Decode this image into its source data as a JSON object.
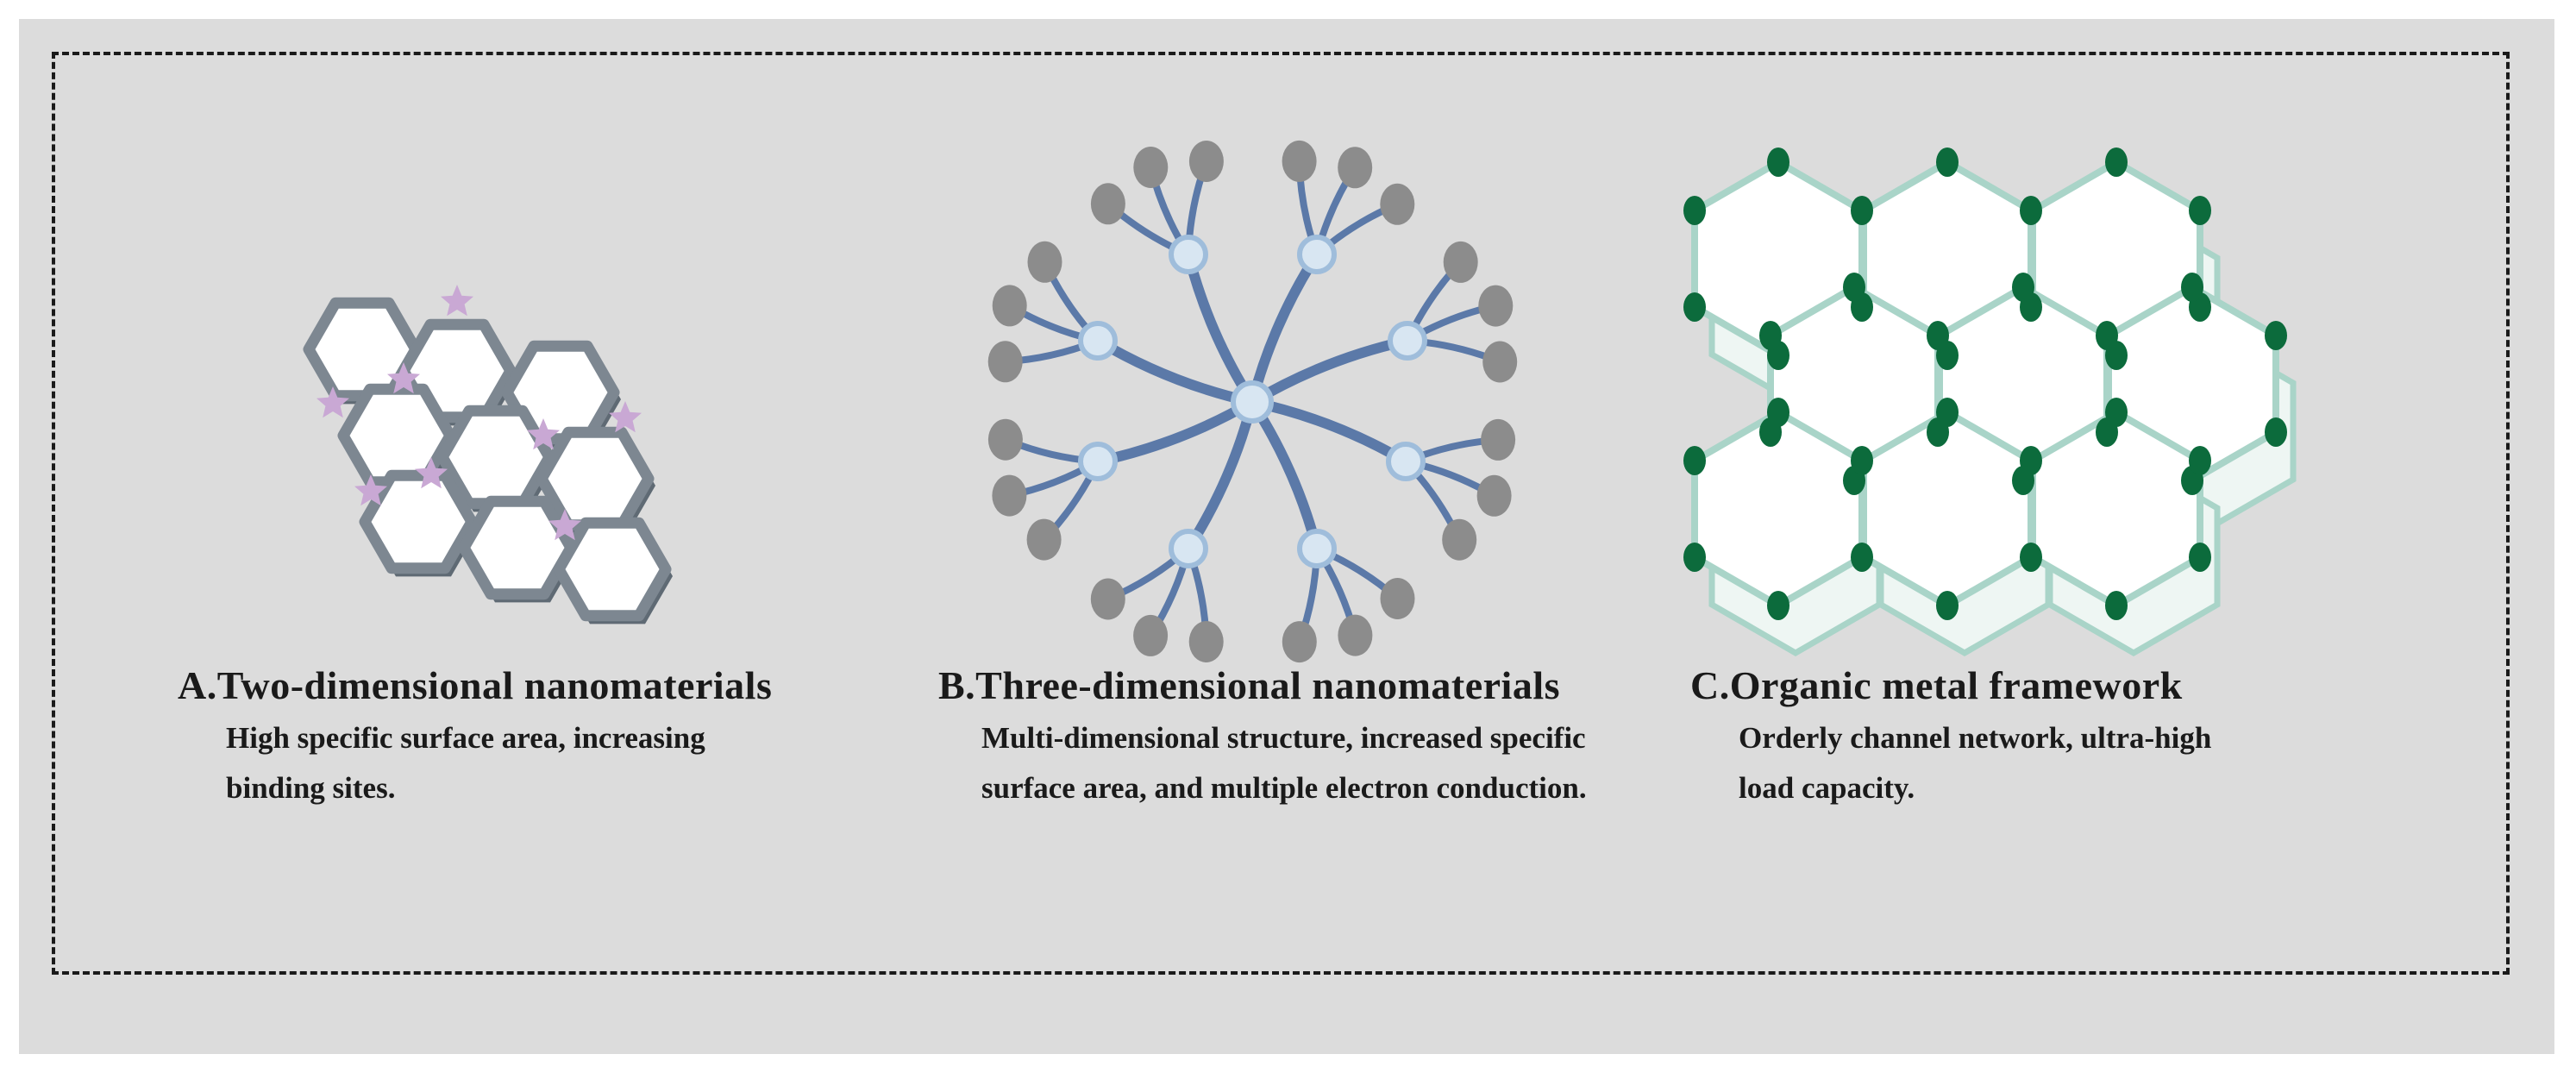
{
  "sections": [
    {
      "title": "A.Two-dimensional nanomaterials",
      "description": "High specific surface area, increasing binding sites."
    },
    {
      "title": "B.Three-dimensional nanomaterials",
      "description": "Multi-dimensional structure, increased specific surface area, and multiple electron conduction."
    },
    {
      "title": "C.Organic metal framework",
      "description": "Orderly channel network, ultra-high load capacity."
    }
  ],
  "colors": {
    "background": "#dcdcdc",
    "graphene_frame": "#7d8791",
    "star": "#c9a8d4",
    "dendrimer": "#5b79a8",
    "node_fill": "#d8e6f2",
    "terminal": "#8c8c8c",
    "mof_line": "#a9d4c8",
    "mof_node": "#0c6b3c"
  }
}
